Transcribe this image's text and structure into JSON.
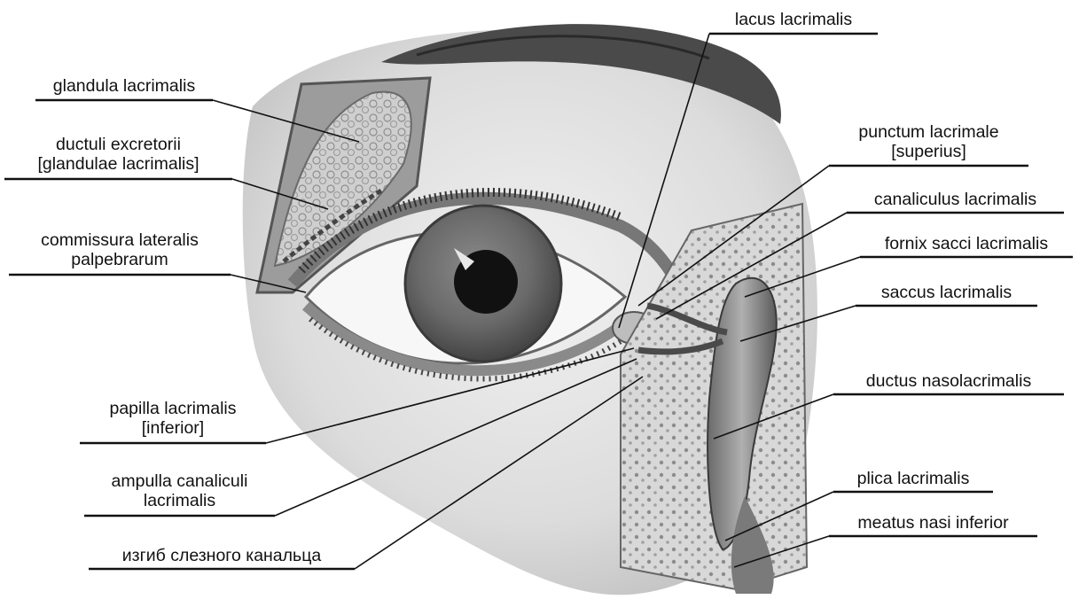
{
  "labels": {
    "glandula_lacrimalis": "glandula lacrimalis",
    "ductuli_1": "ductuli excretorii",
    "ductuli_2": "[glandulae lacrimalis]",
    "commissura_1": "commissura lateralis",
    "commissura_2": "palpebrarum",
    "papilla_1": "papilla lacrimalis",
    "papilla_2": "[inferior]",
    "ampulla_1": "ampulla canaliculi",
    "ampulla_2": "lacrimalis",
    "izgib": "изгиб слезного канальца",
    "lacus_lacrimalis": "lacus lacrimalis",
    "punctum_1": "punctum lacrimale",
    "punctum_2": "[superius]",
    "canaliculus_lacrimalis": "canaliculus lacrimalis",
    "fornix_sacci_lacrimalis": "fornix sacci lacrimalis",
    "saccus_lacrimalis": "saccus lacrimalis",
    "ductus_nasolacrimalis": "ductus nasolacrimalis",
    "plica_lacrimalis": "plica lacrimalis",
    "meatus_nasi_inferior": "meatus nasi inferior"
  },
  "colors": {
    "ink": "#111111",
    "skin": "#e2e2e2",
    "shade": "#9a9a9a",
    "dark": "#3a3a3a"
  }
}
